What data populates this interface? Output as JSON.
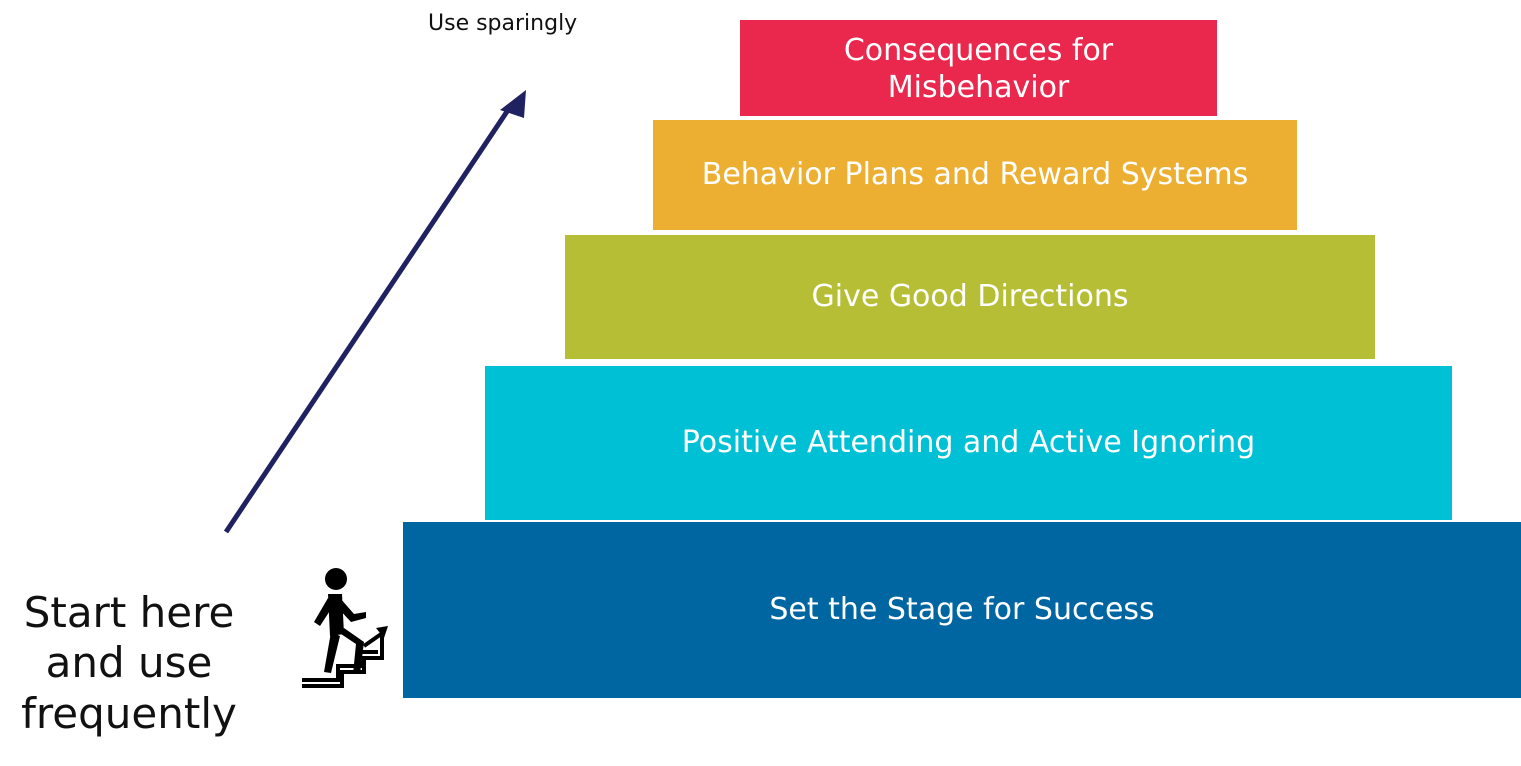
{
  "pyramid": {
    "tiers": [
      {
        "label": "Set the Stage for Success",
        "color": "#0066A1"
      },
      {
        "label": "Positive Attending and Active Ignoring",
        "color": "#00C0D6"
      },
      {
        "label": "Give Good Directions",
        "color": "#B5BE35"
      },
      {
        "label": "Behavior Plans and Reward Systems",
        "color": "#EDAF32"
      },
      {
        "label": "Consequences for Misbehavior",
        "color": "#EA274C"
      }
    ]
  },
  "annotations": {
    "top_label": "Use sparingly",
    "bottom_label_lines": [
      "Start here",
      "and use",
      "frequently"
    ]
  },
  "arrow": {
    "color": "#1F2160",
    "direction": "up-right"
  },
  "icons": {
    "stairs": "person-climbing-stairs-icon"
  }
}
